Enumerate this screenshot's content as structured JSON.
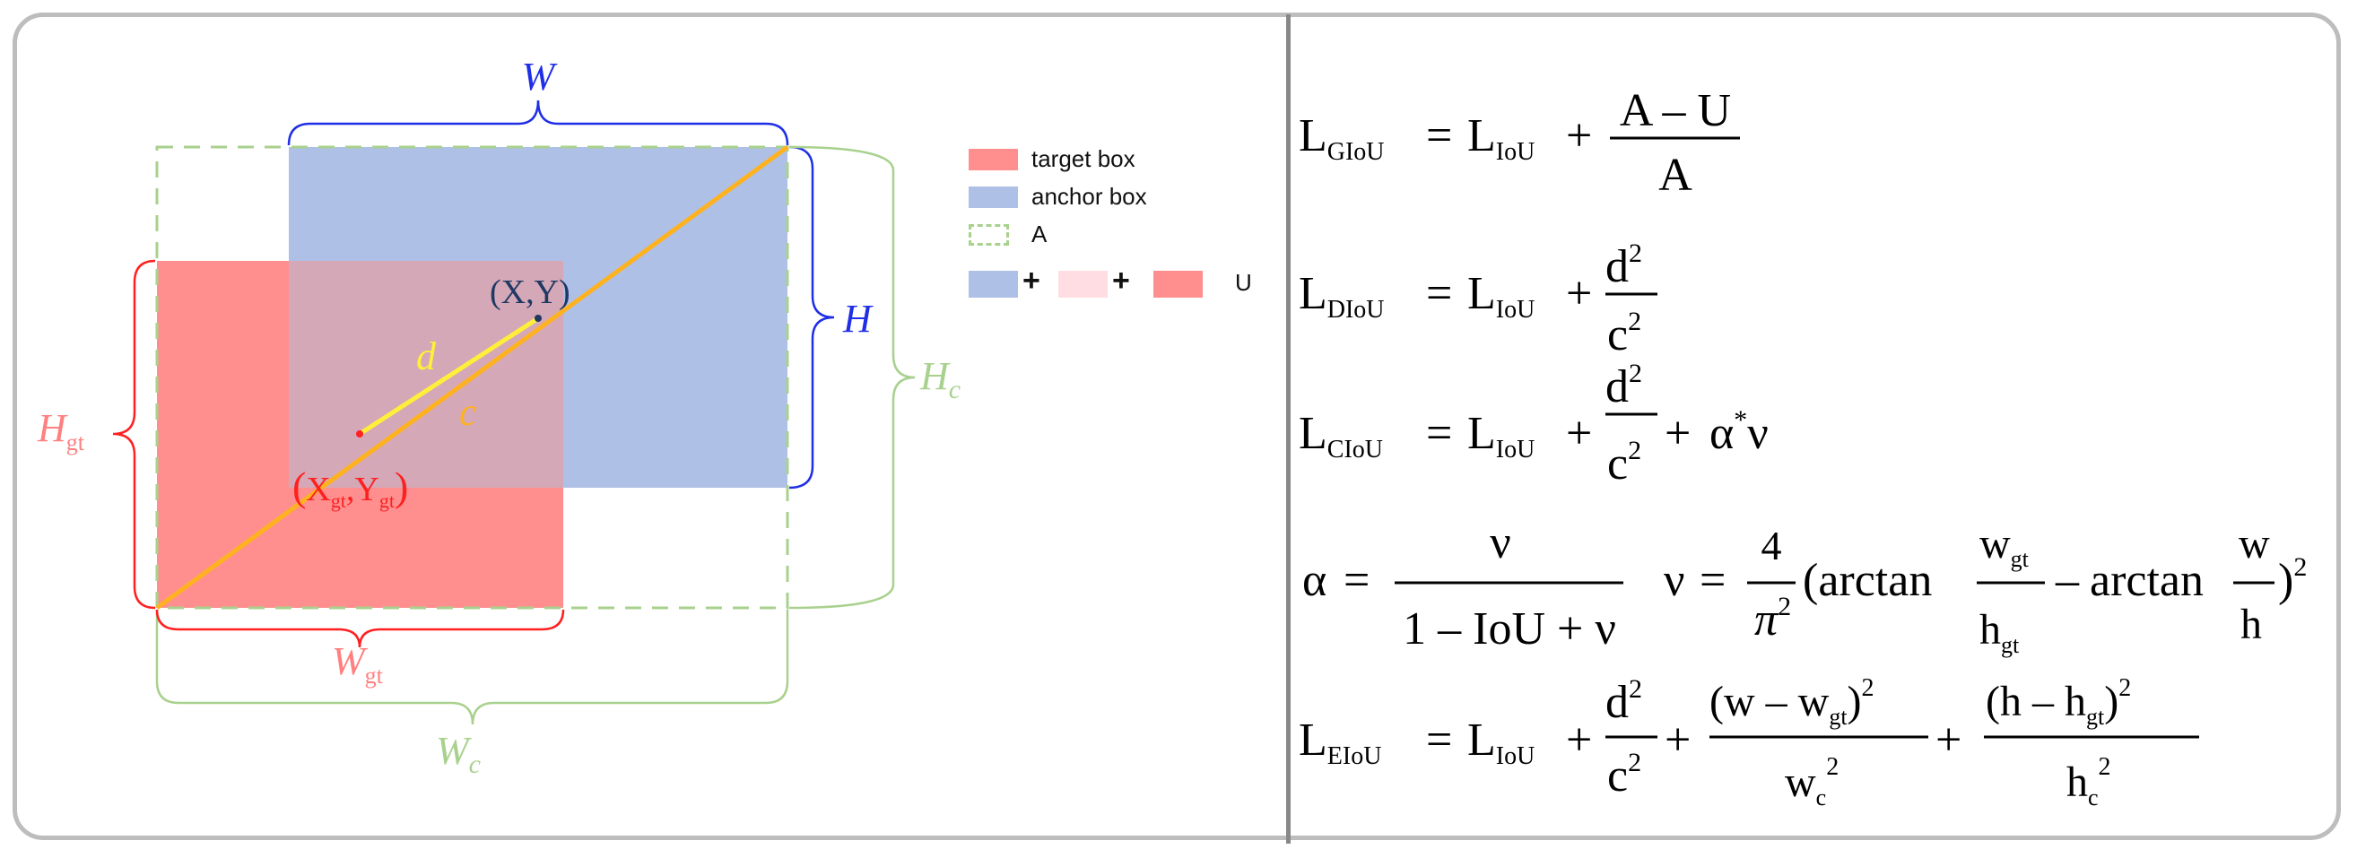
{
  "diagram": {
    "labels": {
      "W": "W",
      "H": "H",
      "Hc": "H",
      "Hc_sub": "c",
      "Wc": "W",
      "Wc_sub": "c",
      "Hgt": "H",
      "Hgt_sub": "gt",
      "Wgt": "W",
      "Wgt_sub": "gt",
      "d": "d",
      "c": "c",
      "XY": "(X,Y)",
      "Xgt_open": "(",
      "Xgt_X": "X",
      "Xgt_sub1": "gt",
      "Xgt_comma": ",",
      "Xgt_Y": "Y",
      "Xgt_sub2": "gt",
      "Xgt_close": ")"
    },
    "colors": {
      "target": "#ff8f8f",
      "anchor": "#aec0e6",
      "overlap": "#d4a8b6",
      "enclosing": "#a9d18e",
      "diag_c": "#ffb21f",
      "d_line": "#ffef3a",
      "blue_text": "#1f2fe6",
      "red_text": "#ff2020",
      "pink_text": "#ff8080",
      "green_text": "#a9d18e",
      "navy_text": "#1f3864"
    }
  },
  "legend": {
    "items": [
      {
        "label": "target box"
      },
      {
        "label": "anchor box"
      },
      {
        "label": "A"
      }
    ],
    "union": {
      "plus1": "+",
      "plus2": "+",
      "label": "U"
    }
  },
  "formulas": {
    "giou": {
      "L": "L",
      "sub": "GIoU",
      "eq": "=",
      "L2": "L",
      "sub2": "IoU",
      "plus": "+",
      "num": "A – U",
      "den": "A"
    },
    "diou": {
      "L": "L",
      "sub": "DIoU",
      "eq": "=",
      "L2": "L",
      "sub2": "IoU",
      "plus": "+",
      "num": "d",
      "num_sup": "2",
      "den": "c",
      "den_sup": "2"
    },
    "ciou": {
      "L": "L",
      "sub": "CIoU",
      "eq": "=",
      "L2": "L",
      "sub2": "IoU",
      "plus": "+",
      "num": "d",
      "num_sup": "2",
      "den": "c",
      "den_sup": "2",
      "plus2": "+",
      "alpha": "α",
      "star": "*",
      "nu": "ν"
    },
    "alpha": {
      "alpha": "α",
      "eq": "=",
      "num": "ν",
      "den": "1 – IoU + ν"
    },
    "nu": {
      "nu": "ν",
      "eq": "=",
      "num": "4",
      "den": "π",
      "den_sup": "2",
      "open": "(arctan",
      "wgt": "w",
      "wgt_sub": "gt",
      "hgt": "h",
      "hgt_sub": "gt",
      "minus": "–",
      "arctan2": "arctan",
      "w": "w",
      "h": "h",
      "close": ")",
      "close_sup": "2"
    },
    "eiou": {
      "L": "L",
      "sub": "EIoU",
      "eq": "=",
      "L2": "L",
      "sub2": "IoU",
      "plus": "+",
      "t1_num": "d",
      "t1_num_sup": "2",
      "t1_den": "c",
      "t1_den_sup": "2",
      "plus2": "+",
      "t2_num_open": "(w – w",
      "t2_num_sub": "gt",
      "t2_num_close": ")",
      "t2_num_sup": "2",
      "t2_den": "w",
      "t2_den_sub": "c",
      "t2_den_sup": "2",
      "plus3": "+",
      "t3_num_open": "(h – h",
      "t3_num_sub": "gt",
      "t3_num_close": ")",
      "t3_num_sup": "2",
      "t3_den": "h",
      "t3_den_sub": "c",
      "t3_den_sup": "2"
    }
  }
}
